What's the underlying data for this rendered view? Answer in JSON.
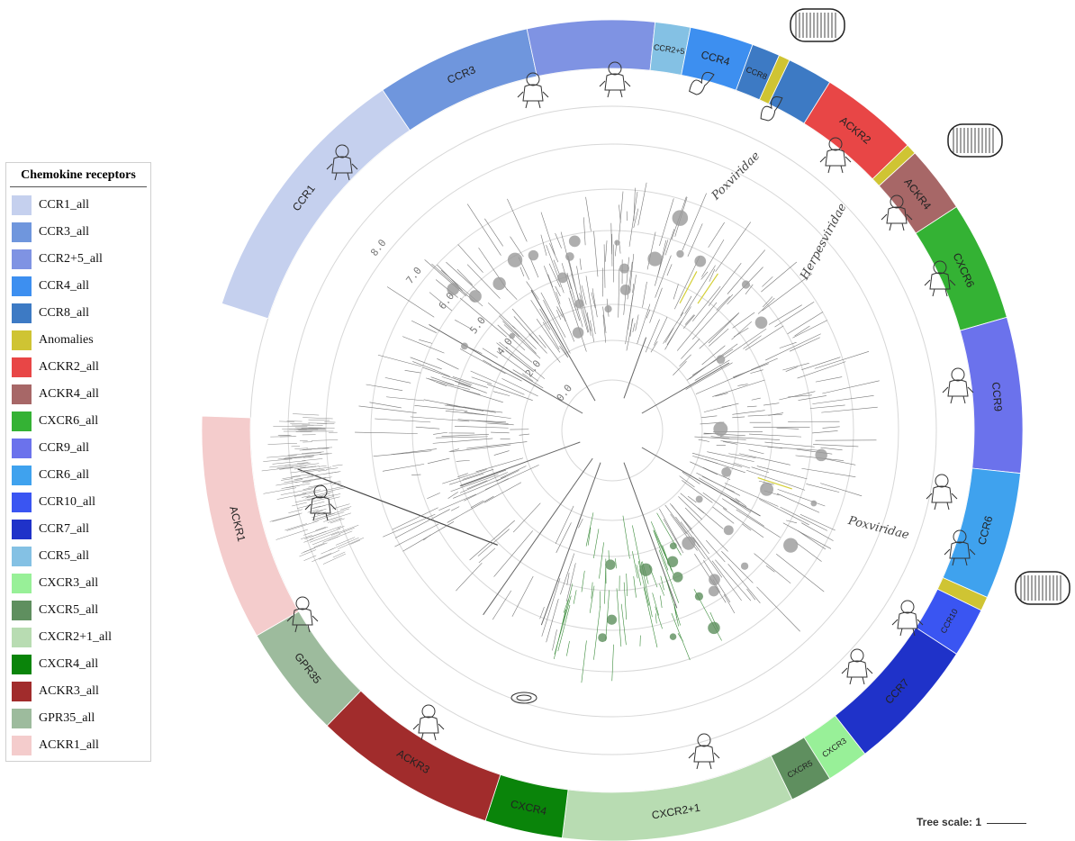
{
  "legend": {
    "title": "Chemokine receptors",
    "items": [
      {
        "label": "CCR1_all",
        "color": "#c5d0ee"
      },
      {
        "label": "CCR3_all",
        "color": "#6f96dd"
      },
      {
        "label": "CCR2+5_all",
        "color": "#7f93e3"
      },
      {
        "label": "CCR4_all",
        "color": "#3d8ff0"
      },
      {
        "label": "CCR8_all",
        "color": "#3d7ac4"
      },
      {
        "label": "Anomalies",
        "color": "#cfc433"
      },
      {
        "label": "ACKR2_all",
        "color": "#e84646"
      },
      {
        "label": "ACKR4_all",
        "color": "#a76767"
      },
      {
        "label": "CXCR6_all",
        "color": "#34b234"
      },
      {
        "label": "CCR9_all",
        "color": "#6b72ec"
      },
      {
        "label": "CCR6_all",
        "color": "#3fa2ee"
      },
      {
        "label": "CCR10_all",
        "color": "#3a55f2"
      },
      {
        "label": "CCR7_all",
        "color": "#1f32c9"
      },
      {
        "label": "CCR5_all",
        "color": "#84c1e4"
      },
      {
        "label": "CXCR3_all",
        "color": "#98f098"
      },
      {
        "label": "CXCR5_all",
        "color": "#5f8f5f"
      },
      {
        "label": "CXCR2+1_all",
        "color": "#b8dcb2"
      },
      {
        "label": "CXCR4_all",
        "color": "#0a840a"
      },
      {
        "label": "ACKR3_all",
        "color": "#a12c2c"
      },
      {
        "label": "GPR35_all",
        "color": "#9dbb9d"
      },
      {
        "label": "ACKR1_all",
        "color": "#f4cccc"
      }
    ]
  },
  "ring": {
    "segments": [
      {
        "label": "CCR1",
        "color": "#c5d0ee"
      },
      {
        "label": "CCR3",
        "color": "#6f96dd"
      },
      {
        "label": "",
        "color": "#7f93e3"
      },
      {
        "label": "CCR2+5",
        "color": "#84c1e4"
      },
      {
        "label": "CCR4",
        "color": "#3d8ff0"
      },
      {
        "label": "CCR8",
        "color": "#3d7ac4"
      },
      {
        "label": "",
        "color": "#cfc433"
      },
      {
        "label": "",
        "color": "#3d7ac4"
      },
      {
        "label": "ACKR2",
        "color": "#e84646"
      },
      {
        "label": "",
        "color": "#cfc433"
      },
      {
        "label": "ACKR4",
        "color": "#a76767"
      },
      {
        "label": "CXCR6",
        "color": "#34b234"
      },
      {
        "label": "CCR9",
        "color": "#6b72ec"
      },
      {
        "label": "CCR6",
        "color": "#3fa2ee"
      },
      {
        "label": "",
        "color": "#cfc433"
      },
      {
        "label": "CCR10",
        "color": "#3a55f2"
      },
      {
        "label": "CCR7",
        "color": "#1f32c9"
      },
      {
        "label": "CXCR3",
        "color": "#98f098"
      },
      {
        "label": "CXCR5",
        "color": "#5f8f5f"
      },
      {
        "label": "CXCR2+1",
        "color": "#b8dcb2"
      },
      {
        "label": "CXCR4",
        "color": "#0a840a"
      },
      {
        "label": "ACKR3",
        "color": "#a12c2c"
      },
      {
        "label": "GPR35",
        "color": "#9dbb9d"
      },
      {
        "label": "ACKR1",
        "color": "#f4cccc"
      }
    ]
  },
  "axis_labels": [
    "0.0",
    "2.0",
    "4.0",
    "5.0",
    "6.0",
    "7.0",
    "8.0"
  ],
  "virus_labels": [
    "Poxviridae",
    "Herpesviridae",
    "Poxviridae"
  ],
  "scale_label": "Tree scale: 1"
}
